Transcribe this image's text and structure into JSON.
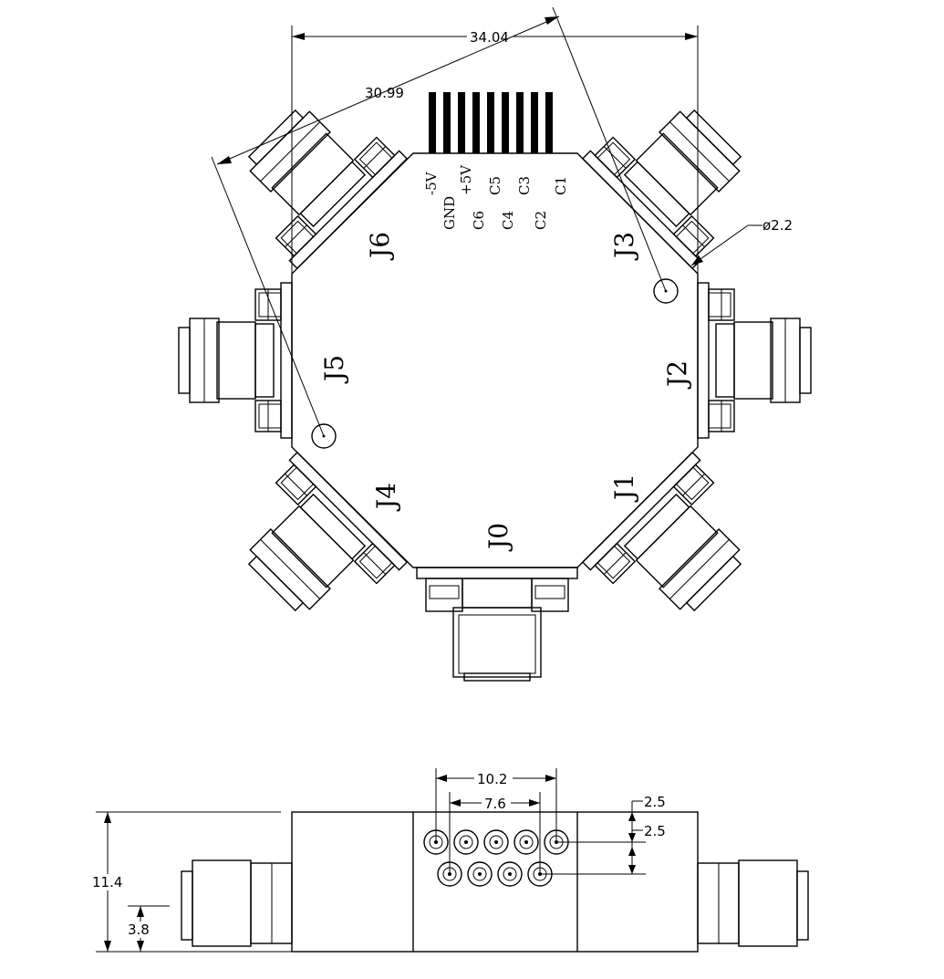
{
  "dimensions": {
    "width_overall": "34.04",
    "diagonal": "30.99",
    "hole_diameter": "ø2.2",
    "pin_span_outer": "10.2",
    "pin_span_inner": "7.6",
    "pitch_top": "2.5",
    "pitch_row": "2.5",
    "height_total": "11.4",
    "connector_center_height": "3.8"
  },
  "ports": [
    "J0",
    "J1",
    "J2",
    "J3",
    "J4",
    "J5",
    "J6"
  ],
  "pin_labels_top": [
    "-5V",
    "+5V",
    "C5",
    "C3",
    "C1"
  ],
  "pin_labels_bottom": [
    "GND",
    "C6",
    "C4",
    "C2"
  ]
}
